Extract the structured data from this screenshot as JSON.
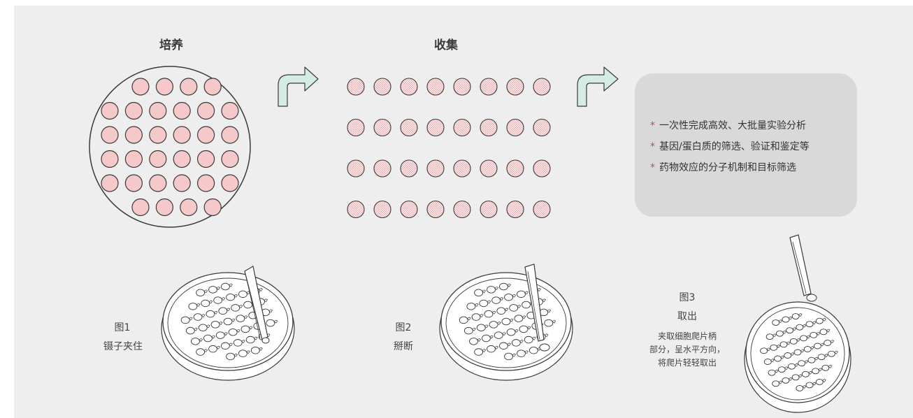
{
  "titles": {
    "culture": "培养",
    "collect": "收集"
  },
  "info": {
    "items": [
      "一次性完成高效、大批量实验分析",
      "基因/蛋白质的筛选、验证和鉴定等",
      "药物效应的分子机制和目标筛选"
    ],
    "bullet_symbol": "*"
  },
  "steps": [
    {
      "num": "图1",
      "name": "镊子夹住"
    },
    {
      "num": "图2",
      "name": "掰断"
    },
    {
      "num": "图3",
      "name": "取出",
      "desc": [
        "夹取细胞爬片柄",
        "部分，呈水平方向，",
        "将爬片轻轻取出"
      ]
    }
  ],
  "colors": {
    "background": "#efeeee",
    "well_fill": "#f5c9c9",
    "arrow_fill": "#d5ece6",
    "bullet_star": "#b04c6b",
    "info_box": "#d9d9d9"
  }
}
